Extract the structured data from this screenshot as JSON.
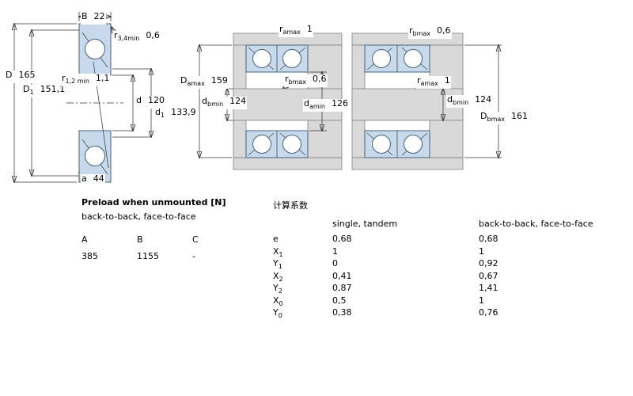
{
  "colors": {
    "bearing_fill": "#c7d9ea",
    "metal_gray": "#d9d9d9",
    "line": "#333333"
  },
  "left": {
    "dims": {
      "B": {
        "s": "B",
        "v": "22"
      },
      "r34": {
        "s": "r",
        "sub": "3,4min",
        "v": "0,6"
      },
      "D": {
        "s": "D",
        "v": "165"
      },
      "D1": {
        "s": "D",
        "sub": "1",
        "v": "151,1"
      },
      "r12": {
        "s": "r",
        "sub": "1,2 min",
        "v": "1,1"
      },
      "d": {
        "s": "d",
        "v": "120"
      },
      "d1": {
        "s": "d",
        "sub": "1",
        "v": "133,9"
      },
      "a": {
        "s": "a",
        "v": "44"
      }
    }
  },
  "middle": {
    "dims": {
      "ramax": {
        "s": "r",
        "sub": "amax",
        "v": "1"
      },
      "Damax": {
        "s": "D",
        "sub": "amax",
        "v": "159"
      },
      "rbmax": {
        "s": "r",
        "sub": "bmax",
        "v": "0,6"
      },
      "dbmin": {
        "s": "d",
        "sub": "bmin",
        "v": "124"
      },
      "damin": {
        "s": "d",
        "sub": "amin",
        "v": "126"
      }
    }
  },
  "right": {
    "dims": {
      "rbmax": {
        "s": "r",
        "sub": "bmax",
        "v": "0,6"
      },
      "ramax": {
        "s": "r",
        "sub": "amax",
        "v": "1"
      },
      "dbmin": {
        "s": "d",
        "sub": "bmin",
        "v": "124"
      },
      "Dbmax": {
        "s": "D",
        "sub": "bmax",
        "v": "161"
      }
    }
  },
  "preload": {
    "title": "Preload when unmounted [N]",
    "subtitle": "back-to-back, face-to-face",
    "headers": [
      "A",
      "B",
      "C"
    ],
    "values": [
      "385",
      "1155",
      "-"
    ]
  },
  "factors": {
    "title": "计算系数",
    "col1": "single, tandem",
    "col2": "back-to-back, face-to-face",
    "rows": [
      {
        "s": "e",
        "sub": "",
        "v1": "0,68",
        "v2": "0,68"
      },
      {
        "s": "X",
        "sub": "1",
        "v1": "1",
        "v2": "1"
      },
      {
        "s": "Y",
        "sub": "1",
        "v1": "0",
        "v2": "0,92"
      },
      {
        "s": "X",
        "sub": "2",
        "v1": "0,41",
        "v2": "0,67"
      },
      {
        "s": "Y",
        "sub": "2",
        "v1": "0,87",
        "v2": "1,41"
      },
      {
        "s": "X",
        "sub": "0",
        "v1": "0,5",
        "v2": "1"
      },
      {
        "s": "Y",
        "sub": "0",
        "v1": "0,38",
        "v2": "0,76"
      }
    ]
  }
}
